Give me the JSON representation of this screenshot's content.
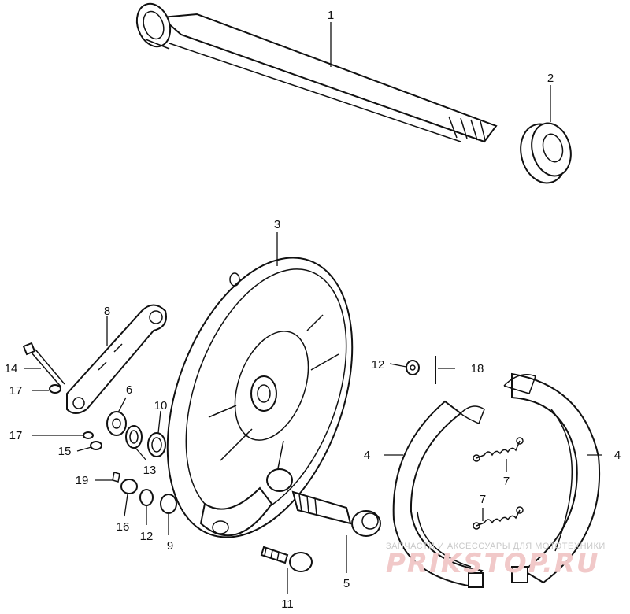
{
  "labels": {
    "l1": "1",
    "l2": "2",
    "l3": "3",
    "l4a": "4",
    "l4b": "4",
    "l5": "5",
    "l6": "6",
    "l7a": "7",
    "l7b": "7",
    "l8": "8",
    "l9": "9",
    "l10": "10",
    "l11": "11",
    "l12a": "12",
    "l12b": "12",
    "l13": "13",
    "l14": "14",
    "l15": "15",
    "l16": "16",
    "l17a": "17",
    "l17b": "17",
    "l18": "18",
    "l19": "19"
  },
  "watermark": {
    "caption": "ЗАПЧАСТИ И АКСЕССУАРЫ ДЛЯ МОТОТЕХНИКИ",
    "brand": "PRIKSTOP.RU"
  }
}
